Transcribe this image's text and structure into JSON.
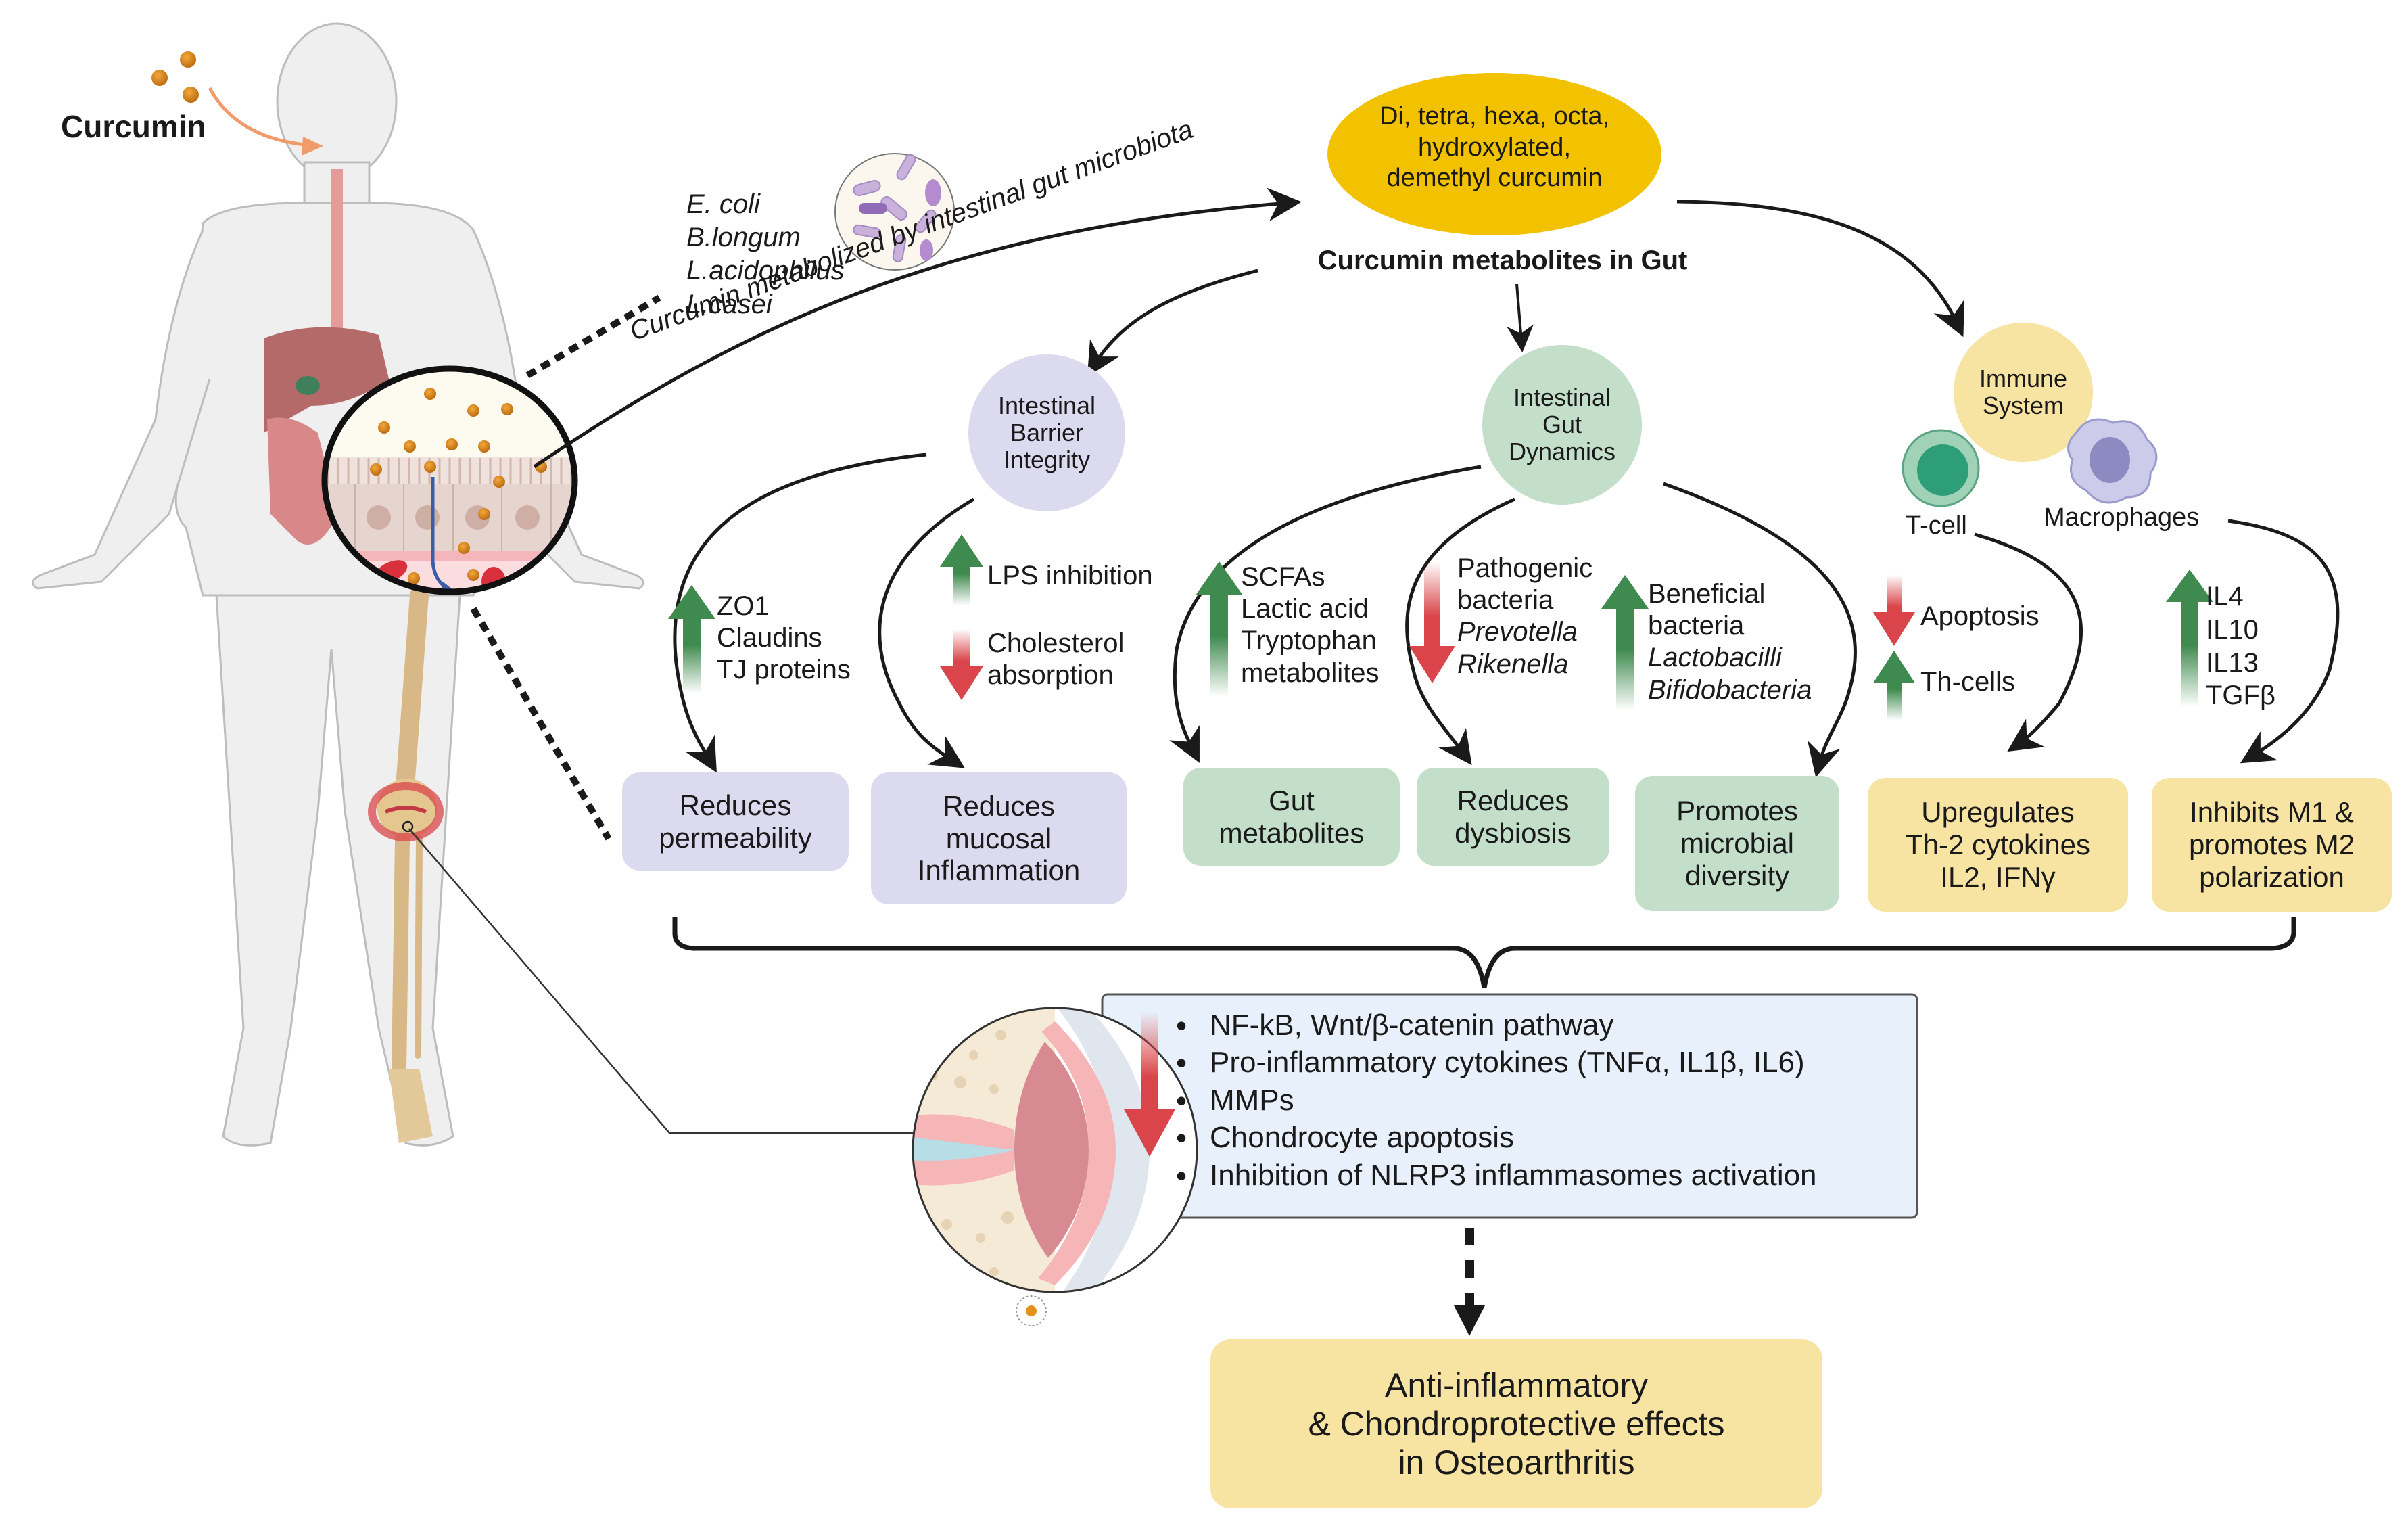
{
  "figure": {
    "title_hidden": "Curcumin gut-microbiota-joint axis in osteoarthritis",
    "colors": {
      "curcumin_orange": "#e3911c",
      "metabolite_yellow": "#f2c200",
      "barrier_lavender": "#dcdaef",
      "gut_green": "#c3dfca",
      "immune_yellow": "#f7e3a2",
      "up_arrow_green": "#3f8a4f",
      "down_arrow_red": "#d9454a",
      "inflammation_panel_blue": "#e8f1fb"
    }
  },
  "intake": {
    "label": "Curcumin",
    "icon": "curcumin-particles-icon"
  },
  "microbes": {
    "species": [
      "E. coli",
      "B.longum",
      "L.acidophilus",
      "L.casei"
    ],
    "icon": "bacteria-petri-icon"
  },
  "pathway_label": "Curcumin metabolized by intestinal gut microbiota",
  "metabolites": {
    "node_lines": [
      "Di, tetra, hexa, octa,",
      "hydroxylated,",
      "demethyl curcumin"
    ],
    "caption": "Curcumin metabolites in Gut"
  },
  "branches": [
    {
      "id": "barrier",
      "node_lines": [
        "Intestinal",
        "Barrier",
        "Integrity"
      ],
      "effects": [
        {
          "direction": "up",
          "items": [
            "ZO1",
            "Claudins",
            "TJ proteins"
          ],
          "italic": []
        },
        {
          "direction": "up",
          "items": [
            "LPS inhibition"
          ],
          "italic": []
        },
        {
          "direction": "down",
          "items": [
            "Cholesterol",
            "absorption"
          ],
          "italic": []
        }
      ],
      "outcomes": [
        [
          "Reduces",
          "permeability"
        ],
        [
          "Reduces",
          "mucosal",
          "Inflammation"
        ]
      ]
    },
    {
      "id": "gut",
      "node_lines": [
        "Intestinal",
        "Gut",
        "Dynamics"
      ],
      "effects": [
        {
          "direction": "up",
          "items": [
            "SCFAs",
            "Lactic acid",
            "Tryptophan",
            "metabolites"
          ],
          "italic": []
        },
        {
          "direction": "down",
          "items": [
            "Pathogenic",
            "bacteria",
            "Prevotella",
            "Rikenella"
          ],
          "italic": [
            2,
            3
          ]
        },
        {
          "direction": "up",
          "items": [
            "Beneficial",
            "bacteria",
            "Lactobacilli",
            "Bifidobacteria"
          ],
          "italic": [
            2,
            3
          ]
        }
      ],
      "outcomes": [
        [
          "Gut",
          "metabolites"
        ],
        [
          "Reduces",
          "dysbiosis"
        ],
        [
          "Promotes",
          "microbial",
          "diversity"
        ]
      ]
    },
    {
      "id": "immune",
      "node_lines": [
        "Immune",
        "System"
      ],
      "cells": [
        {
          "label": "T-cell",
          "icon": "t-cell-icon"
        },
        {
          "label": "Macrophages",
          "icon": "macrophage-icon"
        }
      ],
      "effects": [
        {
          "direction": "down",
          "items": [
            "Apoptosis"
          ],
          "italic": []
        },
        {
          "direction": "up",
          "items": [
            "Th-cells"
          ],
          "italic": []
        },
        {
          "direction": "up",
          "items": [
            "IL4",
            "IL10",
            "IL13",
            "TGFβ"
          ],
          "italic": []
        }
      ],
      "outcomes": [
        [
          "Upregulates",
          "Th-2 cytokines",
          "IL2, IFNγ"
        ],
        [
          "Inhibits M1 &",
          "promotes M2",
          "polarization"
        ]
      ]
    }
  ],
  "joint_panel": {
    "direction": "down",
    "items": [
      "NF-kB, Wnt/β-catenin pathway",
      "Pro-inflammatory cytokines (TNFα, IL1β, IL6)",
      "MMPs",
      "Chondrocyte apoptosis",
      "Inhibition of NLRP3 inflammasomes activation"
    ],
    "icon": "cartilage-joint-icon"
  },
  "final_outcome": {
    "lines": [
      "Anti-inflammatory",
      "& Chondroprotective effects",
      "in Osteoarthritis"
    ]
  }
}
